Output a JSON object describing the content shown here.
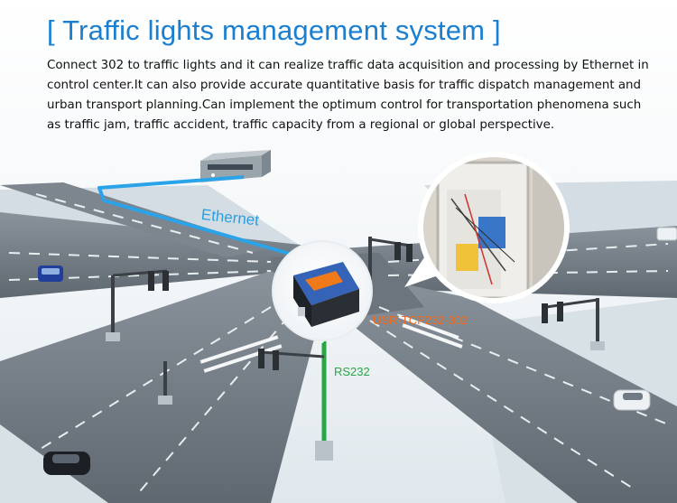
{
  "title": "[ Traffic lights management system ]",
  "description": "Connect 302 to traffic lights and it can realize traffic data acquisition and processing by Ethernet in control center.It can also provide accurate quantitative basis for traffic dispatch management and urban transport planning.Can implement the optimum control for transportation phenomena such as traffic jam, traffic accident, traffic capacity from a regional or global perspective.",
  "labels": {
    "ethernet": "Ethernet",
    "device": "USR-TCP232-302",
    "rs232": "RS232"
  },
  "colors": {
    "title": "#1a7fd0",
    "ethernet_line": "#2aa3e8",
    "rs232_line": "#2aa745",
    "device_label": "#f26a1a",
    "road": "#6f7881"
  },
  "icons": [
    "traffic-light-icon",
    "car-icon",
    "control-center-building-icon",
    "serial-server-device-icon",
    "cabinet-photo-icon"
  ]
}
